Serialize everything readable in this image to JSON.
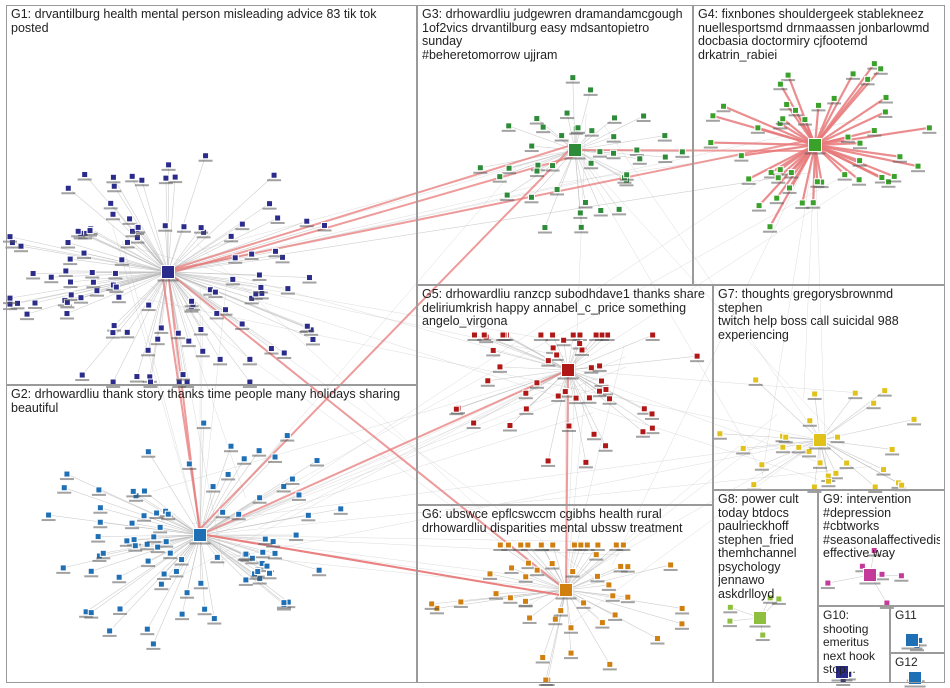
{
  "groups": [
    {
      "id": "G1",
      "label": "G1: drvantilburg health mental person misleading advice 83 tik tok posted"
    },
    {
      "id": "G2",
      "label": "G2: drhowardliu thank story thanks time people many holidays sharing\nbeautiful"
    },
    {
      "id": "G3",
      "label": "G3: drhowardliu judgewren dramandamcgough\n1of2vics drvantilburg easy mdsantopietro sunday\n#beheretomorrow ujjram"
    },
    {
      "id": "G4",
      "label": "G4: fixnbones shouldergeek stablekneez\nnuellesportsmd drnmaassen jonbarlowmd\ndocbasia doctormiry cjfootemd drkatrin_rabiei"
    },
    {
      "id": "G5",
      "label": "G5: drhowardliu ranzcp subodhdave1 thanks share\ndeliriumkrish happy annabel_c_price something\nangelo_virgona"
    },
    {
      "id": "G6",
      "label": "G6: ubswce epflcswccm cgibhs health rural\ndrhowardliu disparities mental ubssw treatment"
    },
    {
      "id": "G7",
      "label": "G7: thoughts gregorysbrownmd stephen\ntwitch help boss call suicidal 988\nexperiencing"
    },
    {
      "id": "G8",
      "label": "G8: power cult\ntoday btdocs\npaulrieckhoff\nstephen_fried\nthemhchannel\npsychology\njennawo askdrlloyd"
    },
    {
      "id": "G9",
      "label": "G9: intervention\n#depression #cbtworks\n#seasonalaffectivedis...\neffective way"
    },
    {
      "id": "G10",
      "label": "G10:\nshooting\nemeritus\nnext hook\nstop..."
    },
    {
      "id": "G11",
      "label": "G11"
    },
    {
      "id": "G12",
      "label": "G12"
    }
  ],
  "node_colors": {
    "G1": "#2b2b8c",
    "G2": "#1f6fb5",
    "G3": "#2e8b3a",
    "G4": "#3aa12b",
    "G5": "#b01818",
    "G6": "#d17f0f",
    "G7": "#e0c21a",
    "G8": "#8fbf3f",
    "G9": "#c33a9a",
    "G10": "#2b2b8c",
    "G11": "#1f6fb5",
    "G12": "#1f6fb5"
  },
  "edge_colors": {
    "inter": "#e8797a",
    "intra": "#b9b9b9"
  }
}
